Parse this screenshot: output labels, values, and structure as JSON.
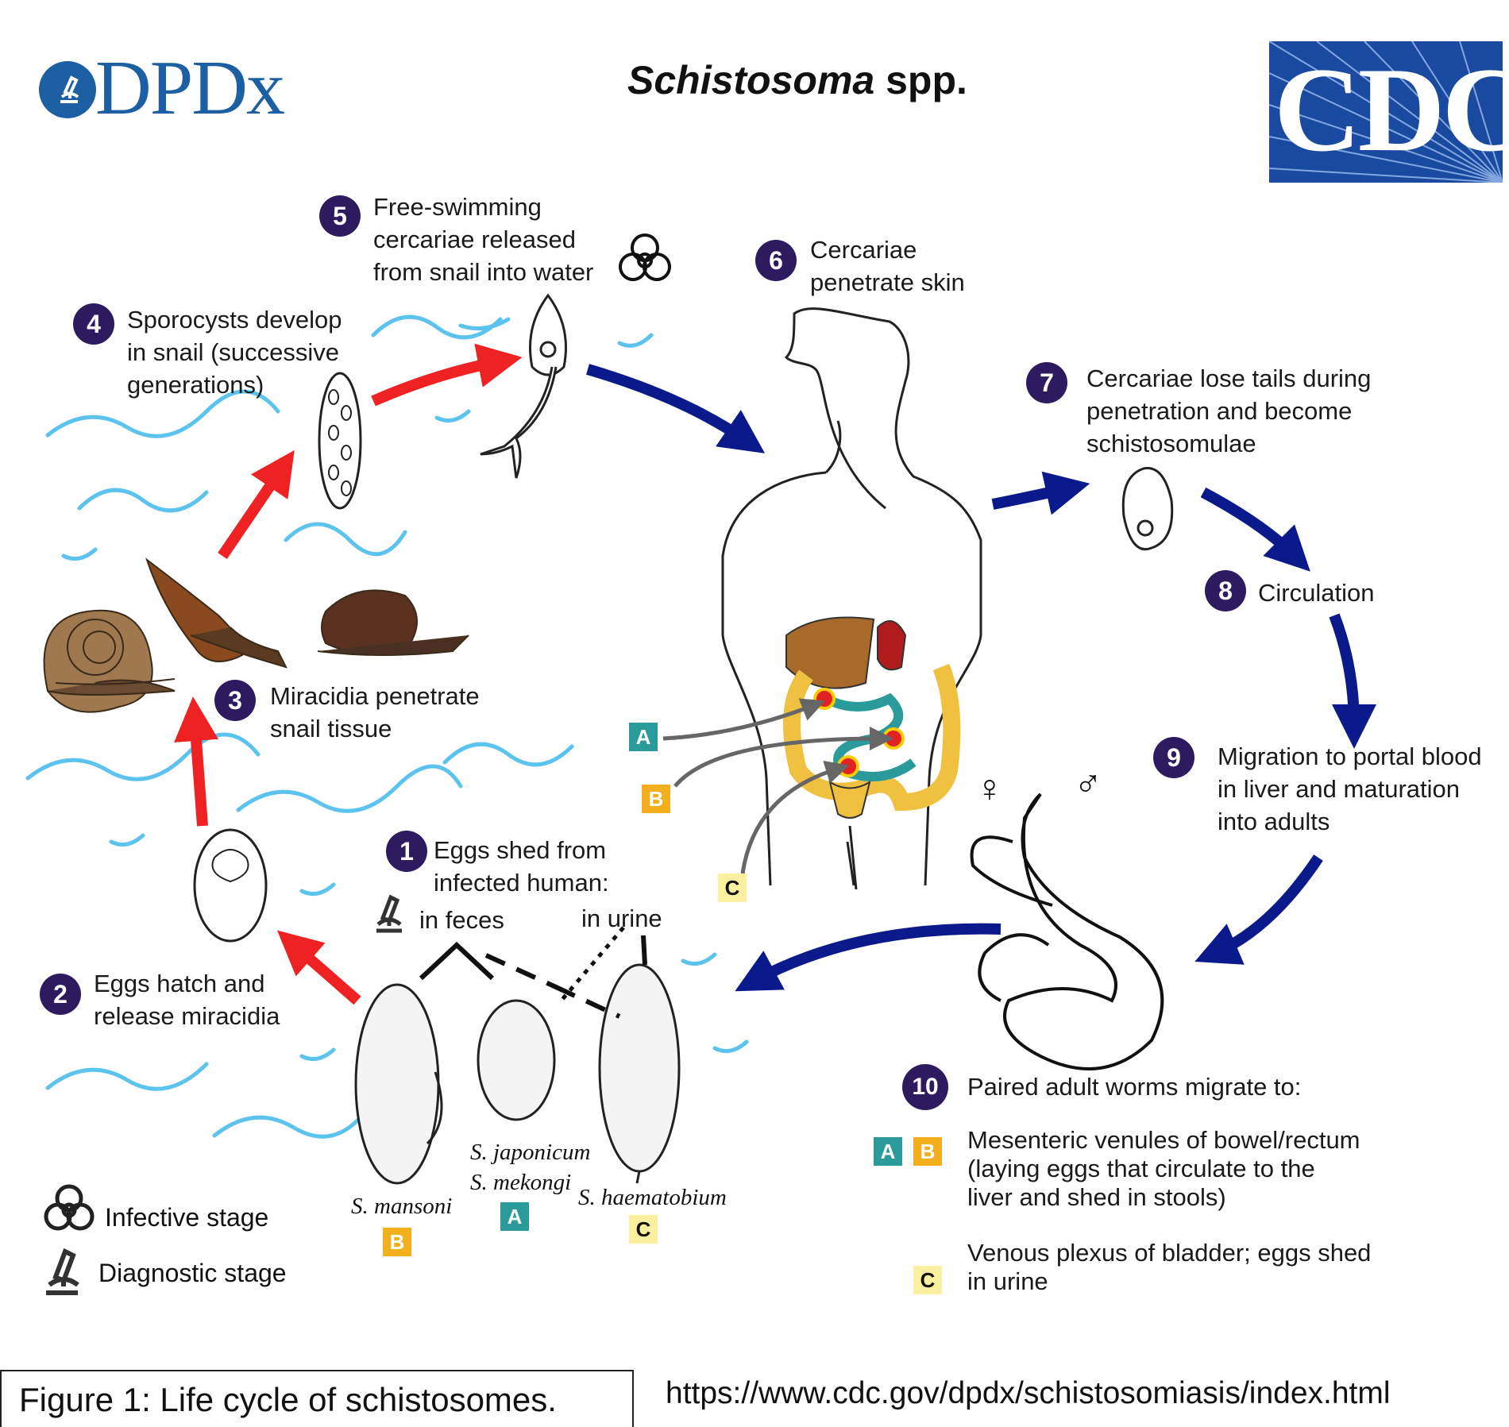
{
  "header": {
    "logo_text": "DPDx",
    "title_italic": "Schistosoma",
    "title_rest": " spp.",
    "agency_logo_text": "CDC"
  },
  "steps": [
    {
      "num": "1",
      "lines": [
        "Eggs shed from",
        "infected human:"
      ]
    },
    {
      "num": "2",
      "lines": [
        "Eggs hatch and",
        "release miracidia"
      ]
    },
    {
      "num": "3",
      "lines": [
        "Miracidia penetrate",
        "snail tissue"
      ]
    },
    {
      "num": "4",
      "lines": [
        "Sporocysts develop",
        "in snail (successive",
        "generations)"
      ]
    },
    {
      "num": "5",
      "lines": [
        "Free-swimming",
        "cercariae released",
        "from snail into water"
      ]
    },
    {
      "num": "6",
      "lines": [
        "Cercariae",
        "penetrate skin"
      ]
    },
    {
      "num": "7",
      "lines": [
        "Cercariae lose tails during",
        "penetration and become",
        "schistosomulae"
      ]
    },
    {
      "num": "8",
      "lines": [
        "Circulation"
      ]
    },
    {
      "num": "9",
      "lines": [
        "Migration to portal blood",
        "in liver and maturation",
        "into adults"
      ]
    },
    {
      "num": "10",
      "lines": [
        "Paired adult worms migrate to:"
      ]
    }
  ],
  "egg_routes": {
    "feces": "in feces",
    "urine": "in urine"
  },
  "species": [
    {
      "name": "S. mansoni",
      "badge": "B"
    },
    {
      "name_lines": [
        "S. japonicum",
        "S. mekongi"
      ],
      "badge": "A"
    },
    {
      "name": "S. haematobium",
      "badge": "C"
    }
  ],
  "body_badges": [
    "A",
    "B",
    "C"
  ],
  "sex_symbols": {
    "female": "♀",
    "male": "♂"
  },
  "destinations": [
    {
      "badges": [
        "A",
        "B"
      ],
      "lines": [
        "Mesenteric venules of bowel/rectum",
        "(laying eggs that circulate to the",
        "liver and shed in stools)"
      ]
    },
    {
      "badges": [
        "C"
      ],
      "lines": [
        "Venous plexus of bladder; eggs shed",
        "in urine"
      ]
    }
  ],
  "legend": {
    "infective": "Infective stage",
    "diagnostic": "Diagnostic stage"
  },
  "footer": {
    "caption": "Figure 1: Life cycle of schistosomes.",
    "source_url": "https://www.cdc.gov/dpdx/schistosomiasis/index.html"
  },
  "colors": {
    "step_circle": "#2e1a5e",
    "water": "#5cc3ee",
    "red_arrow": "#ee2222",
    "blue_arrow": "#0a1a8a",
    "badge_A": "#2b9a9a",
    "badge_B": "#f2b01e",
    "badge_C": "#fbf0a0"
  }
}
